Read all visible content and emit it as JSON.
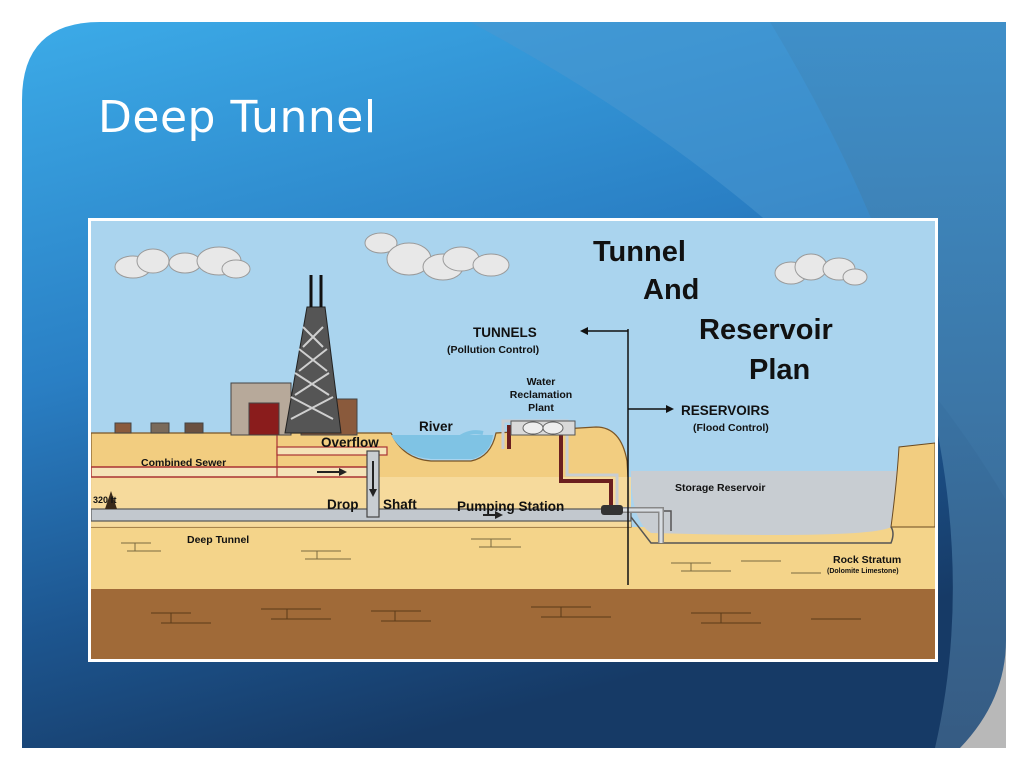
{
  "slide": {
    "title": "Deep Tunnel",
    "colors": {
      "background_light": "#3aa3e0",
      "background_dark": "#163a66",
      "sky": "#aad4ee",
      "ground": "#f2cd80",
      "bedrock": "#a06a38",
      "water": "#c6ccd2"
    }
  },
  "diagram": {
    "plan_title": [
      "Tunnel",
      "And",
      "Reservoir",
      "Plan"
    ],
    "labels": {
      "tunnels": "TUNNELS",
      "tunnels_sub": "(Pollution Control)",
      "water_reclamation": [
        "Water",
        "Reclamation",
        "Plant"
      ],
      "reservoirs": "RESERVOIRS",
      "reservoirs_sub": "(Flood Control)",
      "river": "River",
      "overflow": "Overflow",
      "combined_sewer": "Combined Sewer",
      "drop": "Drop",
      "shaft": "Shaft",
      "pumping_station": "Pumping Station",
      "storage_reservoir": "Storage Reservoir",
      "deep_tunnel": "Deep Tunnel",
      "rock_stratum": "Rock Stratum",
      "rock_stratum_sub": "(Dolomite Limestone)",
      "depth": "320 ft"
    }
  }
}
